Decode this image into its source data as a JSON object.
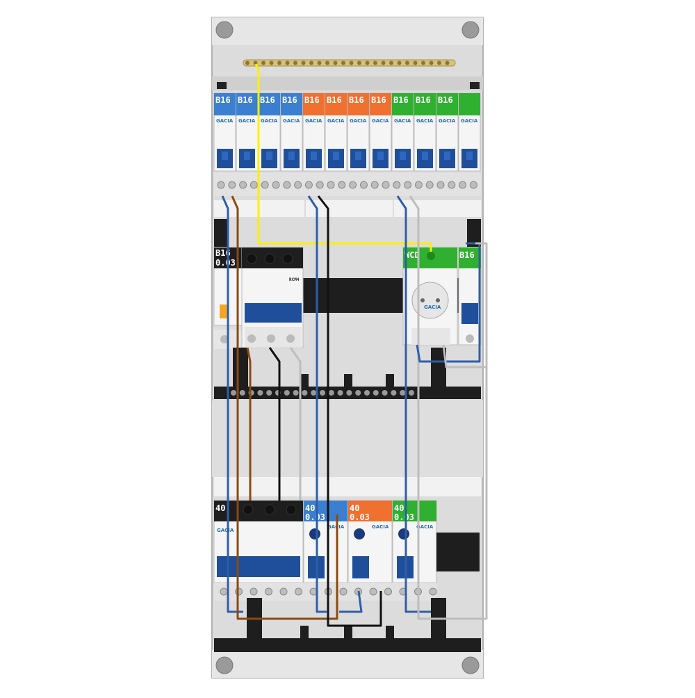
{
  "board": {
    "brand": "GACIA",
    "rcm_label": "RCM4",
    "colors": {
      "blue": "#3b7fd0",
      "orange": "#f07030",
      "green": "#30b030",
      "black": "#1a1a1a",
      "enclosure": "#d8d8d8"
    }
  },
  "row1": {
    "breakers": [
      {
        "label": "B16",
        "group": "blue"
      },
      {
        "label": "B16",
        "group": "blue"
      },
      {
        "label": "B16",
        "group": "blue"
      },
      {
        "label": "B16",
        "group": "blue"
      },
      {
        "label": "B16",
        "group": "orange"
      },
      {
        "label": "B16",
        "group": "orange"
      },
      {
        "label": "B16",
        "group": "orange"
      },
      {
        "label": "B16",
        "group": "orange"
      },
      {
        "label": "B16",
        "group": "green"
      },
      {
        "label": "B16",
        "group": "green"
      },
      {
        "label": "B16",
        "group": "green"
      },
      {
        "label": "",
        "group": "green"
      }
    ]
  },
  "row2": {
    "rcbo": {
      "line1": "B16",
      "line2": "0.03"
    },
    "socket_label": "WCD",
    "small_breaker_label": "B16"
  },
  "row3": {
    "main_switch_label": "40",
    "rcd": [
      {
        "line1": "40",
        "line2": "0.03",
        "group": "blue"
      },
      {
        "line1": "40",
        "line2": "0.03",
        "group": "orange"
      },
      {
        "line1": "40",
        "line2": "0.03",
        "group": "green"
      }
    ]
  }
}
